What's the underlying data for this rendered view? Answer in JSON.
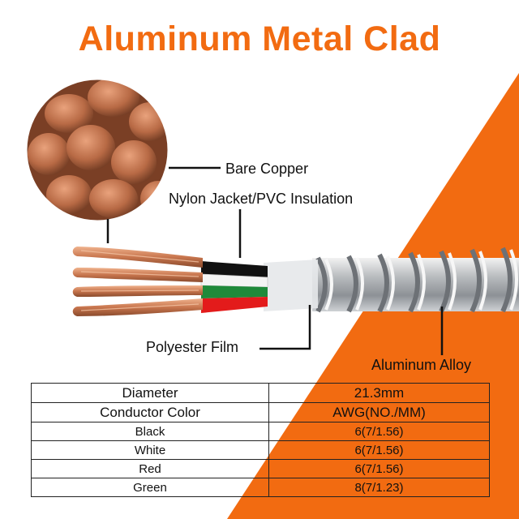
{
  "title": "Aluminum Metal Clad",
  "labels": {
    "bare_copper": "Bare Copper",
    "jacket": "Nylon Jacket/PVC Insulation",
    "polyester": "Polyester Film",
    "alloy": "Aluminum Alloy"
  },
  "colors": {
    "accent": "#f26b11",
    "copper": "#c8764e",
    "conductor_black": "#111111",
    "conductor_white": "#f4f4f4",
    "conductor_green": "#1f8a3a",
    "conductor_red": "#e31b1b"
  },
  "table": {
    "rows": [
      {
        "c1": "Diameter",
        "c2": "21.3mm"
      },
      {
        "c1": "Conductor Color",
        "c2": "AWG(NO./MM)"
      },
      {
        "c1": "Black",
        "c2": "6(7/1.56)"
      },
      {
        "c1": "White",
        "c2": "6(7/1.56)"
      },
      {
        "c1": "Red",
        "c2": "6(7/1.56)"
      },
      {
        "c1": "Green",
        "c2": "8(7/1.23)"
      }
    ]
  }
}
